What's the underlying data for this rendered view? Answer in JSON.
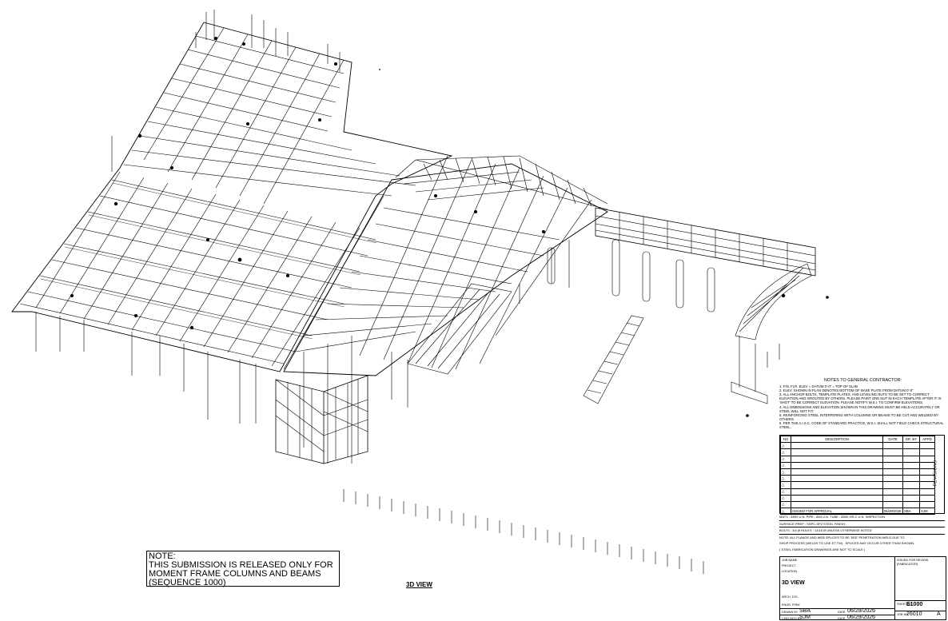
{
  "release_note": {
    "title": "NOTE:",
    "lines": [
      "THIS SUBMISSION IS RELEASED ONLY FOR",
      "MOMENT FRAME COLUMNS AND BEAMS",
      "(SEQUENCE 1000)"
    ]
  },
  "view_title": "3D VIEW",
  "general_notes": {
    "heading": "NOTES TO GENERAL CONTRACTOR:",
    "items": [
      "1. FIN. FLR. ELEV = DATUM 0'-0\" = TOP OF SLAB",
      "2. ELEV. SHOWN IN PLAN DENOTES BOTTOM OF BASE PLATE FROM DATUM 0'-0\"",
      "3. ALL ANCHOR BOLTS, TEMPLATE PLATES, AND LEVELING NUTS TO BE SET TO CORRECT ELEVATION AND GROUTED BY OTHERS. PLEASE PAINT ONE NUT IN EACH TEMPLATE AFTER IT IS 'SHOT' TO BE CORRECT ELEVATION. PLEASE NOTIFY W.S.I. TO CONFIRM ELEVATIONS.",
      "4. ALL DIMENSIONS AND ELEVATION SHOWN IN THIS DRAWING MUST BE HELD ACCURATELY OR STEEL WILL NOT FIT.",
      "5. REINFORCING STEEL INTERFERING WITH COLUMNS OR BEAMS TO BE CUT AND WELDED BY OTHERS.",
      "6. PER THE A.I.S.C. CODE OF STANDARD PRACTICE, W.S.I. SHALL NOT FIELD CHECK STRUCTURAL STEEL."
    ]
  },
  "revisions": {
    "headers": [
      "NO",
      "DESCRIPTION",
      "DATE",
      "DR. BY",
      "APPD"
    ],
    "side_label": "REVISIONS",
    "rows": [
      [
        "",
        "",
        "",
        "",
        ""
      ],
      [
        "",
        "",
        "",
        "",
        ""
      ],
      [
        "",
        "",
        "",
        "",
        ""
      ],
      [
        "",
        "",
        "",
        "",
        ""
      ],
      [
        "",
        "",
        "",
        "",
        ""
      ],
      [
        "",
        "",
        "",
        "",
        ""
      ],
      [
        "",
        "",
        "",
        "",
        ""
      ],
      [
        "",
        "",
        "",
        "",
        ""
      ],
      [
        "",
        "",
        "",
        "",
        ""
      ],
      [
        "",
        "",
        "",
        "",
        ""
      ],
      [
        "",
        "ISSUED FOR APPROVAL",
        "06/29/2026",
        "SBA",
        "SJM"
      ]
    ]
  },
  "spec_rows": [
    "MAT'L : A992          U.N.   PIPE : A53          U.N.   TUBE : A500 GR.C     U.N.   INSPECTION",
    "SURFACE PREP : SSPC-SP2                                  STEEL FINISH :",
    "BOLTS :  3/4 Ø           HOLES :  13/16 Ø                          UNLESS OTHERWISE NOTED",
    "NOTE: ALL FLANGE AND WEB SPLICES TO BE 'SEE' PENETRATION WELD DUE TO",
    "SHOP PROCESS (WELDS TO USE ET TW) . SPLICES MAY OCCUR OTHER THAN SHOWN.",
    "( STEEL FABRICATION DRAWINGS ARE NOT TO SCALE )"
  ],
  "title_block": {
    "job_name_label": "JOB NAME",
    "project_label": "PROJECT",
    "location_label": "LOCATION",
    "sheet_title": "3D VIEW",
    "issued_by_lines": [
      "ISSUED FOR REVIEW",
      "[FABRICATOR]"
    ],
    "drawn_by_label": "DRAWN BY",
    "drawn_by": "SBA",
    "checked_by_label": "CHECKED BY",
    "checked_by": "SJM",
    "date_label": "DATE",
    "drawn_date": "06/29/2026",
    "checked_date": "06/29/2026",
    "sheet_no_label": "SHEET NO.",
    "sheet_no": "E1000",
    "job_no_label": "JOB NO.",
    "job_no": "26010",
    "rev": "A",
    "misc_labels": [
      "ARCH. DYL.",
      "ENGR. FIRM"
    ]
  }
}
